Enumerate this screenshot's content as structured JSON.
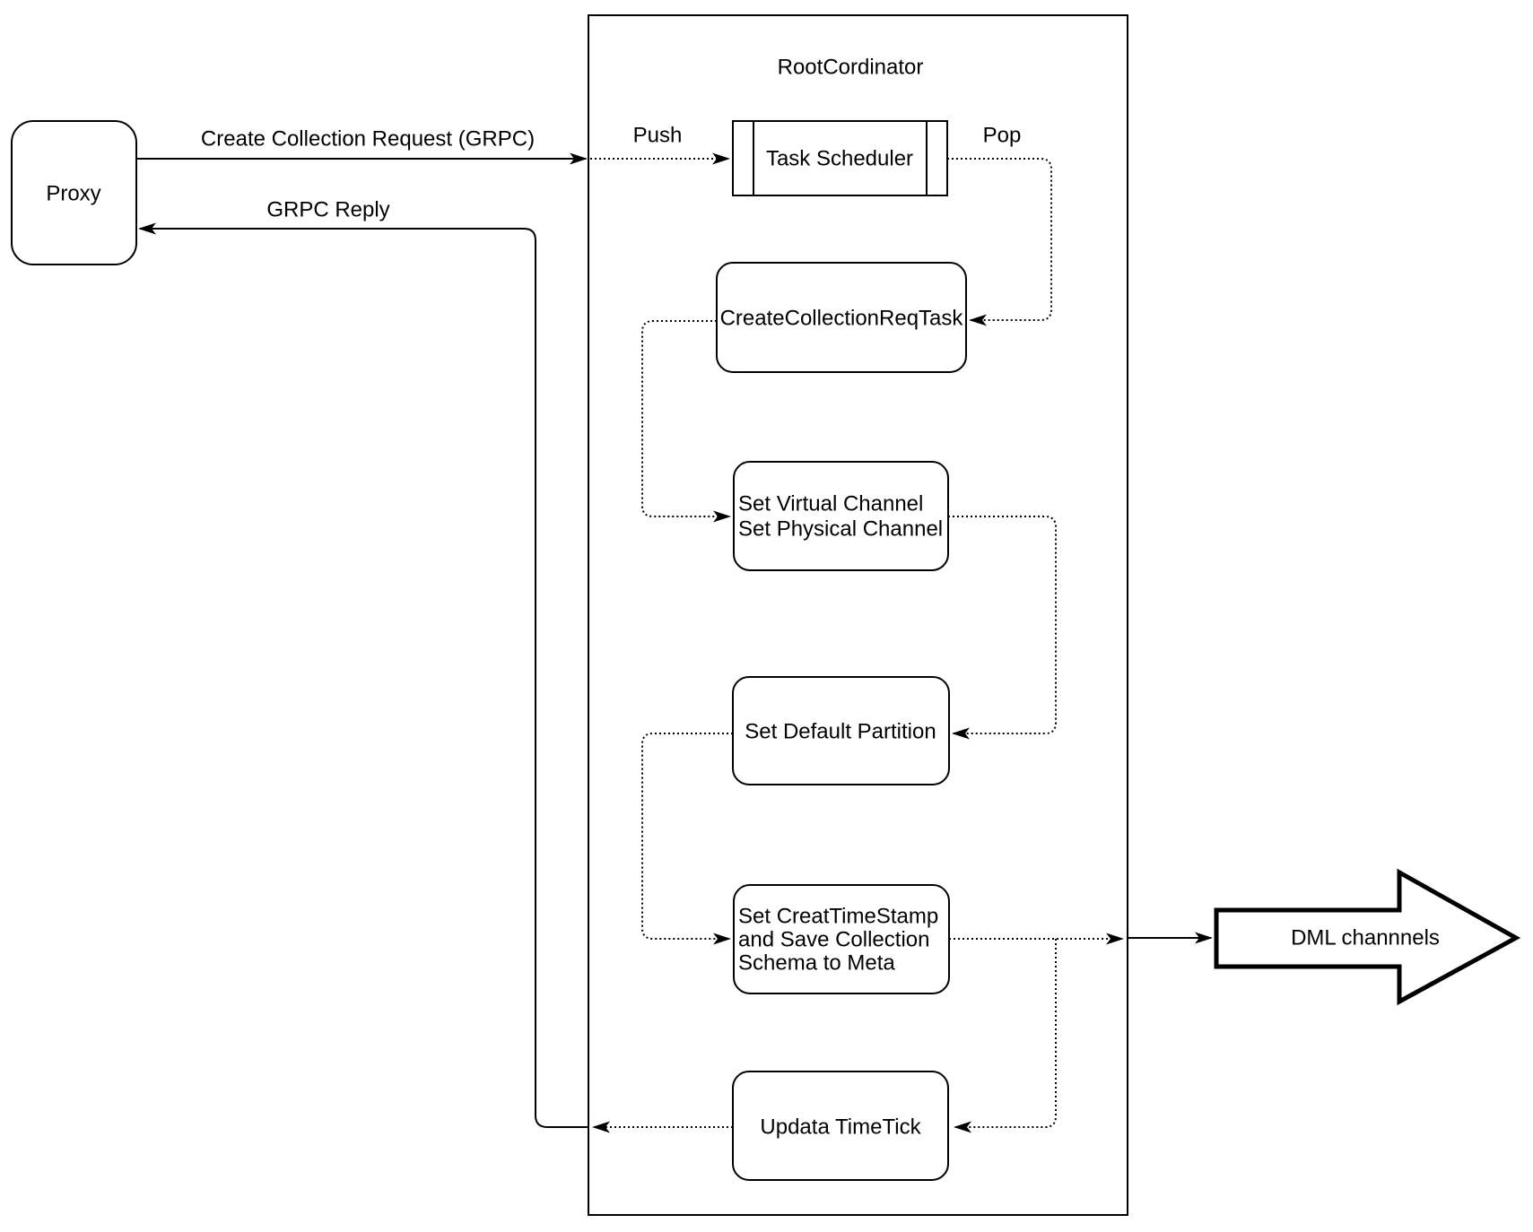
{
  "diagram": {
    "title": "RootCordinator",
    "nodes": {
      "proxy": "Proxy",
      "task_scheduler": "Task Scheduler",
      "create_collection_req_task": "CreateCollectionReqTask",
      "set_channels": {
        "line1": "Set Virtual Channel",
        "line2": "Set Physical Channel"
      },
      "set_default_partition": "Set Default Partition",
      "set_timestamp": {
        "line1": "Set CreatTimeStamp",
        "line2": "and Save Collection",
        "line3": "Schema to Meta"
      },
      "update_timetick": "Updata TimeTick",
      "dml_channels": "DML channnels"
    },
    "edges": {
      "create_collection_request": "Create Collection Request (GRPC)",
      "grpc_reply": "GRPC Reply",
      "push": "Push",
      "pop": "Pop"
    },
    "colors": {
      "stroke": "#000000",
      "background": "#ffffff"
    }
  }
}
